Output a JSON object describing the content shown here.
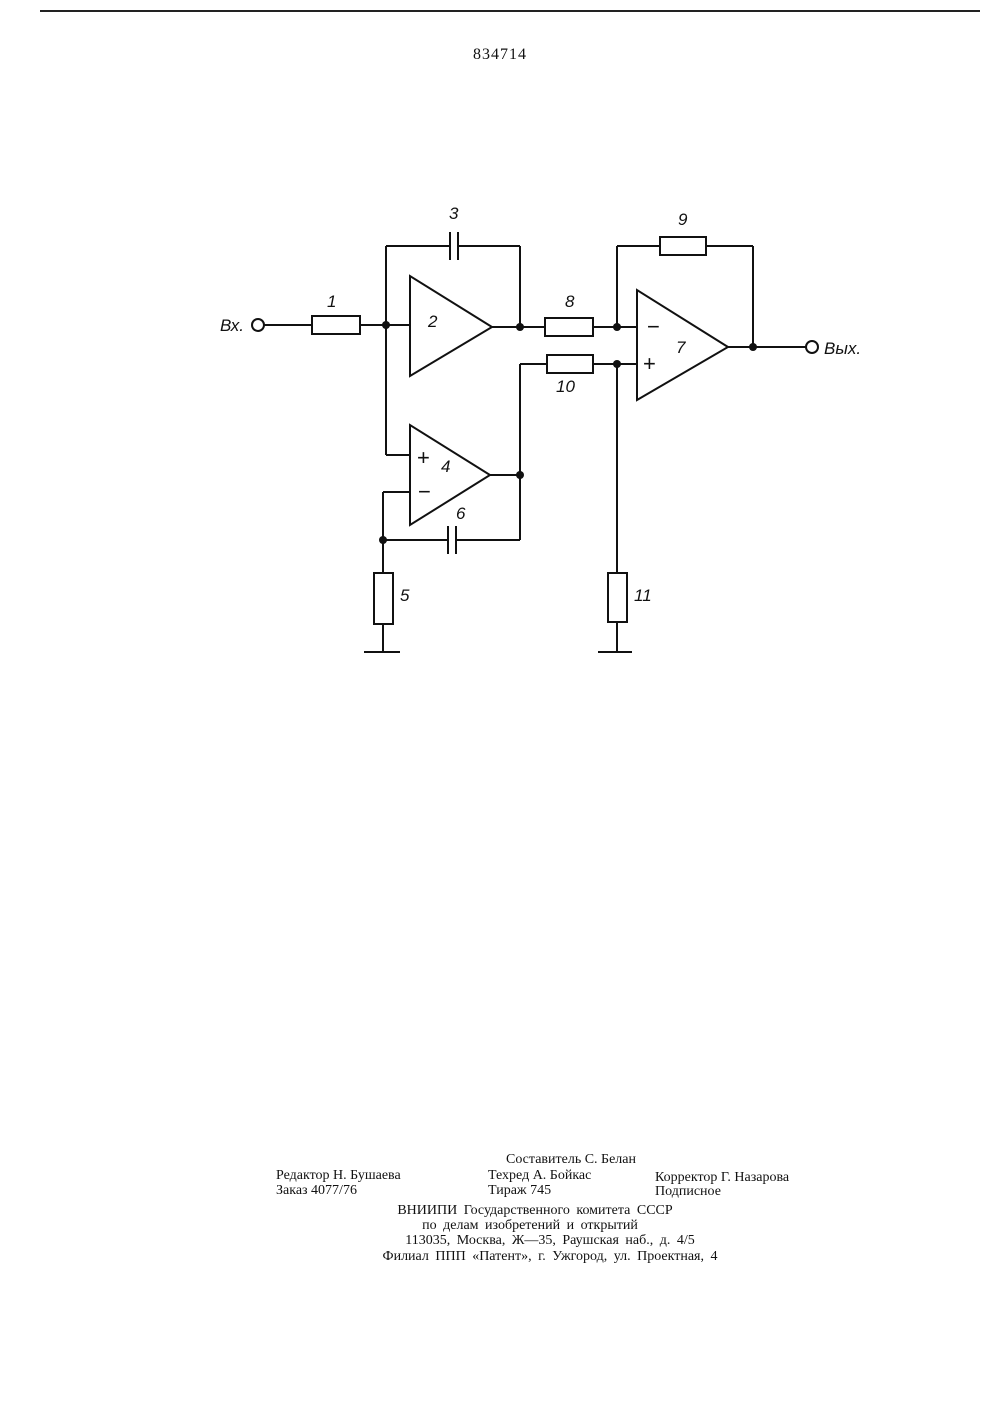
{
  "header": {
    "patent_number": "834714"
  },
  "circuit": {
    "input_label": "Вх.",
    "output_label": "Вых.",
    "component_labels": {
      "r1": "1",
      "amp2": "2",
      "c3": "3",
      "amp4": "4",
      "r5": "5",
      "c6": "6",
      "amp7": "7",
      "r8": "8",
      "r9": "9",
      "r10": "10",
      "r11": "11"
    },
    "signs": {
      "plus": "+",
      "minus": "−"
    }
  },
  "imprint": {
    "compiler": "Составитель С. Белан",
    "editor": "Редактор Н. Бушаева",
    "techred": "Техред А. Бойкас",
    "corrector": "Корректор Г. Назарова",
    "order": "Заказ 4077/76",
    "circulation": "Тираж 745",
    "subscription": "Подписное",
    "org_line1": "ВНИИПИ Государственного комитета СССР",
    "org_line2": "по делам изобретений и открытий",
    "address": "113035, Москва, Ж—35, Раушская наб., д. 4/5",
    "branch": "Филиал ППП «Патент», г. Ужгород, ул. Проектная, 4"
  }
}
